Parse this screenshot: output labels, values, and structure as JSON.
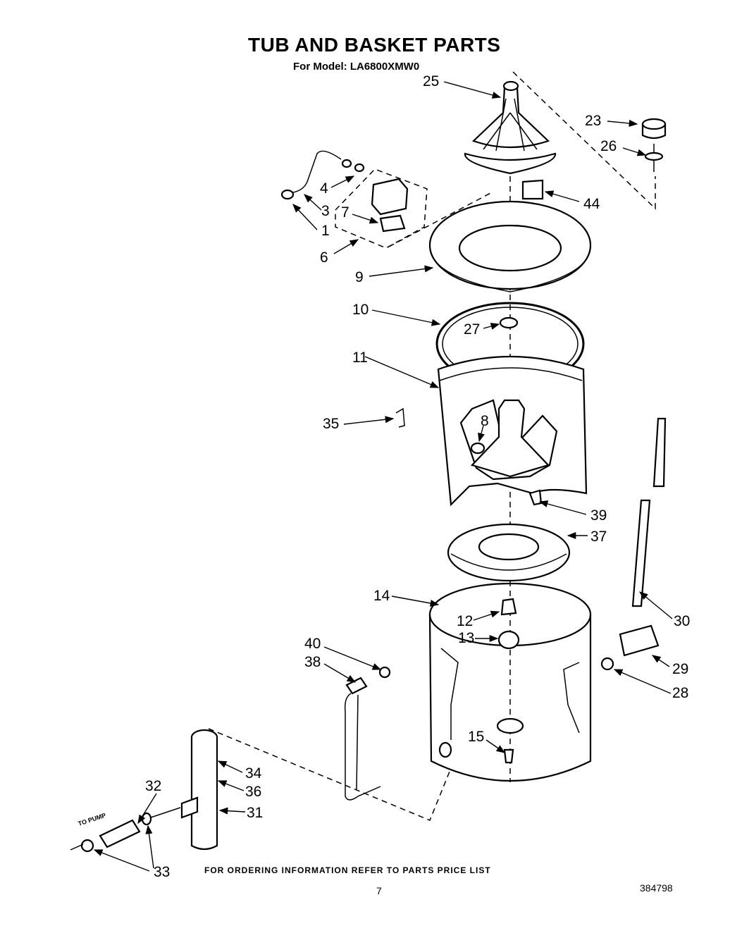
{
  "header": {
    "title": "TUB AND BASKET PARTS",
    "model": "For Model: LA6800XMW0"
  },
  "footer": {
    "ordering_note": "FOR ORDERING INFORMATION REFER TO PARTS PRICE LIST",
    "page_number": "7",
    "document_number": "384798"
  },
  "annotations": {
    "to_pump": "TO PUMP"
  },
  "callouts": [
    "25",
    "23",
    "26",
    "44",
    "4",
    "3",
    "1",
    "7",
    "6",
    "9",
    "10",
    "27",
    "11",
    "35",
    "8",
    "39",
    "37",
    "14",
    "12",
    "13",
    "30",
    "29",
    "28",
    "40",
    "38",
    "15",
    "32",
    "34",
    "36",
    "31",
    "33"
  ]
}
